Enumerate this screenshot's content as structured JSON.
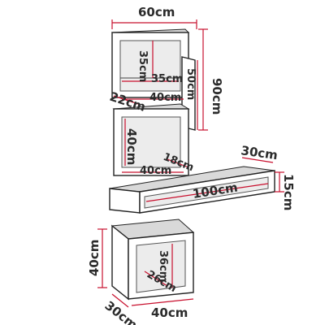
{
  "diagram": {
    "colors": {
      "dimension_line": "#c8102e",
      "outline": "#222222",
      "text": "#2b2b2b"
    },
    "labels": {
      "top_width": "60cm",
      "total_height": "90cm",
      "side_panel_height": "50cm",
      "upper_shelf_inner_height": "35cm",
      "upper_shelf_inner_width": "35cm",
      "upper_cabinet_width": "40cm",
      "upper_cabinet_depth": "22cm",
      "middle_cabinet_height": "40cm",
      "middle_cabinet_depth": "18cm",
      "middle_cabinet_width": "40cm",
      "shelf_depth": "30cm",
      "shelf_height": "15cm",
      "shelf_width": "100cm",
      "bottom_cabinet_height": "40cm",
      "bottom_inner_height": "36cm",
      "bottom_inner_depth": "26cm",
      "bottom_cabinet_depth": "30cm",
      "bottom_cabinet_width": "40cm"
    }
  }
}
